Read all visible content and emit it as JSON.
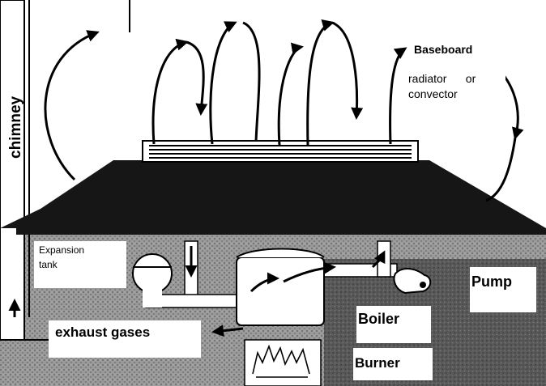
{
  "labels": {
    "chimney": "chimney",
    "baseboard": "Baseboard",
    "radiator_or": "radiator      or",
    "convector": "convector",
    "expansion": "Expansion",
    "tank": "tank",
    "exhaust": "exhaust gases",
    "boiler": "Boiler",
    "burner": "Burner",
    "pump": "Pump"
  }
}
